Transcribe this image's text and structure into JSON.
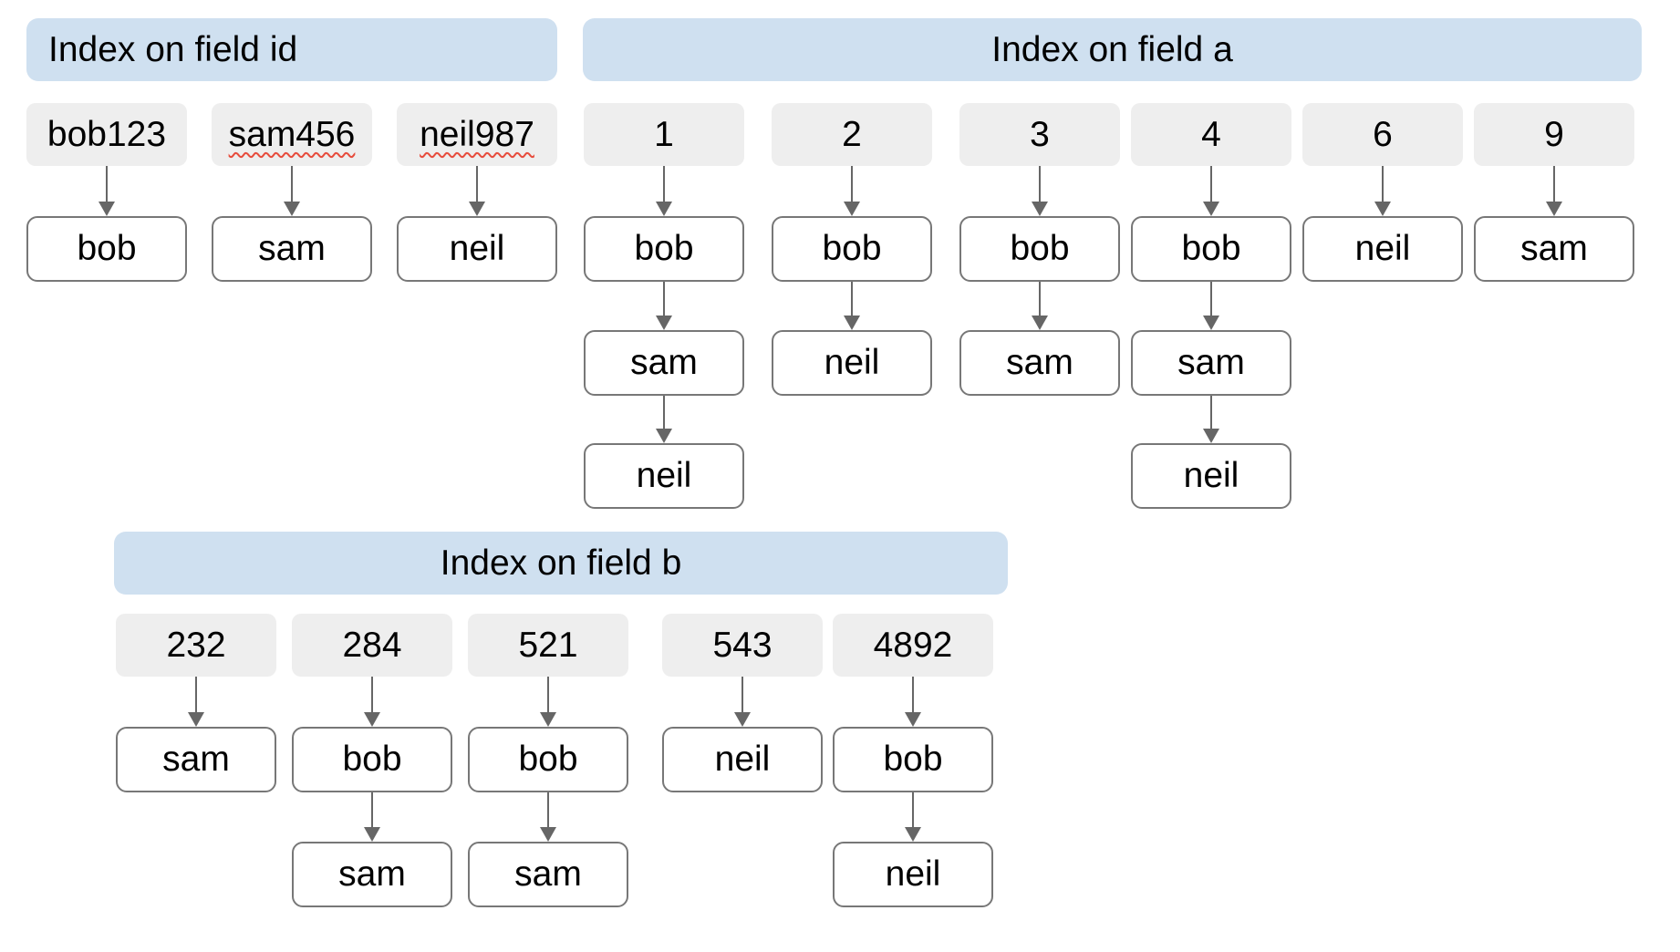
{
  "colors": {
    "header_bg": "#cfe0f0",
    "key_bg": "#eeeeee",
    "record_border": "#777777",
    "arrow": "#666666",
    "text": "#000000",
    "spellcheck_squiggle": "#e74c3c"
  },
  "sections": [
    {
      "id": "index-id",
      "title": "Index on field id",
      "columns": [
        {
          "key": "bob123",
          "misspelled": false,
          "records": [
            "bob"
          ]
        },
        {
          "key": "sam456",
          "misspelled": true,
          "records": [
            "sam"
          ]
        },
        {
          "key": "neil987",
          "misspelled": true,
          "records": [
            "neil"
          ]
        }
      ]
    },
    {
      "id": "index-a",
      "title": "Index on field a",
      "columns": [
        {
          "key": "1",
          "misspelled": false,
          "records": [
            "bob",
            "sam",
            "neil"
          ]
        },
        {
          "key": "2",
          "misspelled": false,
          "records": [
            "bob",
            "neil"
          ]
        },
        {
          "key": "3",
          "misspelled": false,
          "records": [
            "bob",
            "sam"
          ]
        },
        {
          "key": "4",
          "misspelled": false,
          "records": [
            "bob",
            "sam",
            "neil"
          ]
        },
        {
          "key": "6",
          "misspelled": false,
          "records": [
            "neil"
          ]
        },
        {
          "key": "9",
          "misspelled": false,
          "records": [
            "sam"
          ]
        }
      ]
    },
    {
      "id": "index-b",
      "title": "Index on field b",
      "columns": [
        {
          "key": "232",
          "misspelled": false,
          "records": [
            "sam"
          ]
        },
        {
          "key": "284",
          "misspelled": false,
          "records": [
            "bob",
            "sam"
          ]
        },
        {
          "key": "521",
          "misspelled": false,
          "records": [
            "bob",
            "sam"
          ]
        },
        {
          "key": "543",
          "misspelled": false,
          "records": [
            "neil"
          ]
        },
        {
          "key": "4892",
          "misspelled": false,
          "records": [
            "bob",
            "neil"
          ]
        }
      ]
    }
  ]
}
